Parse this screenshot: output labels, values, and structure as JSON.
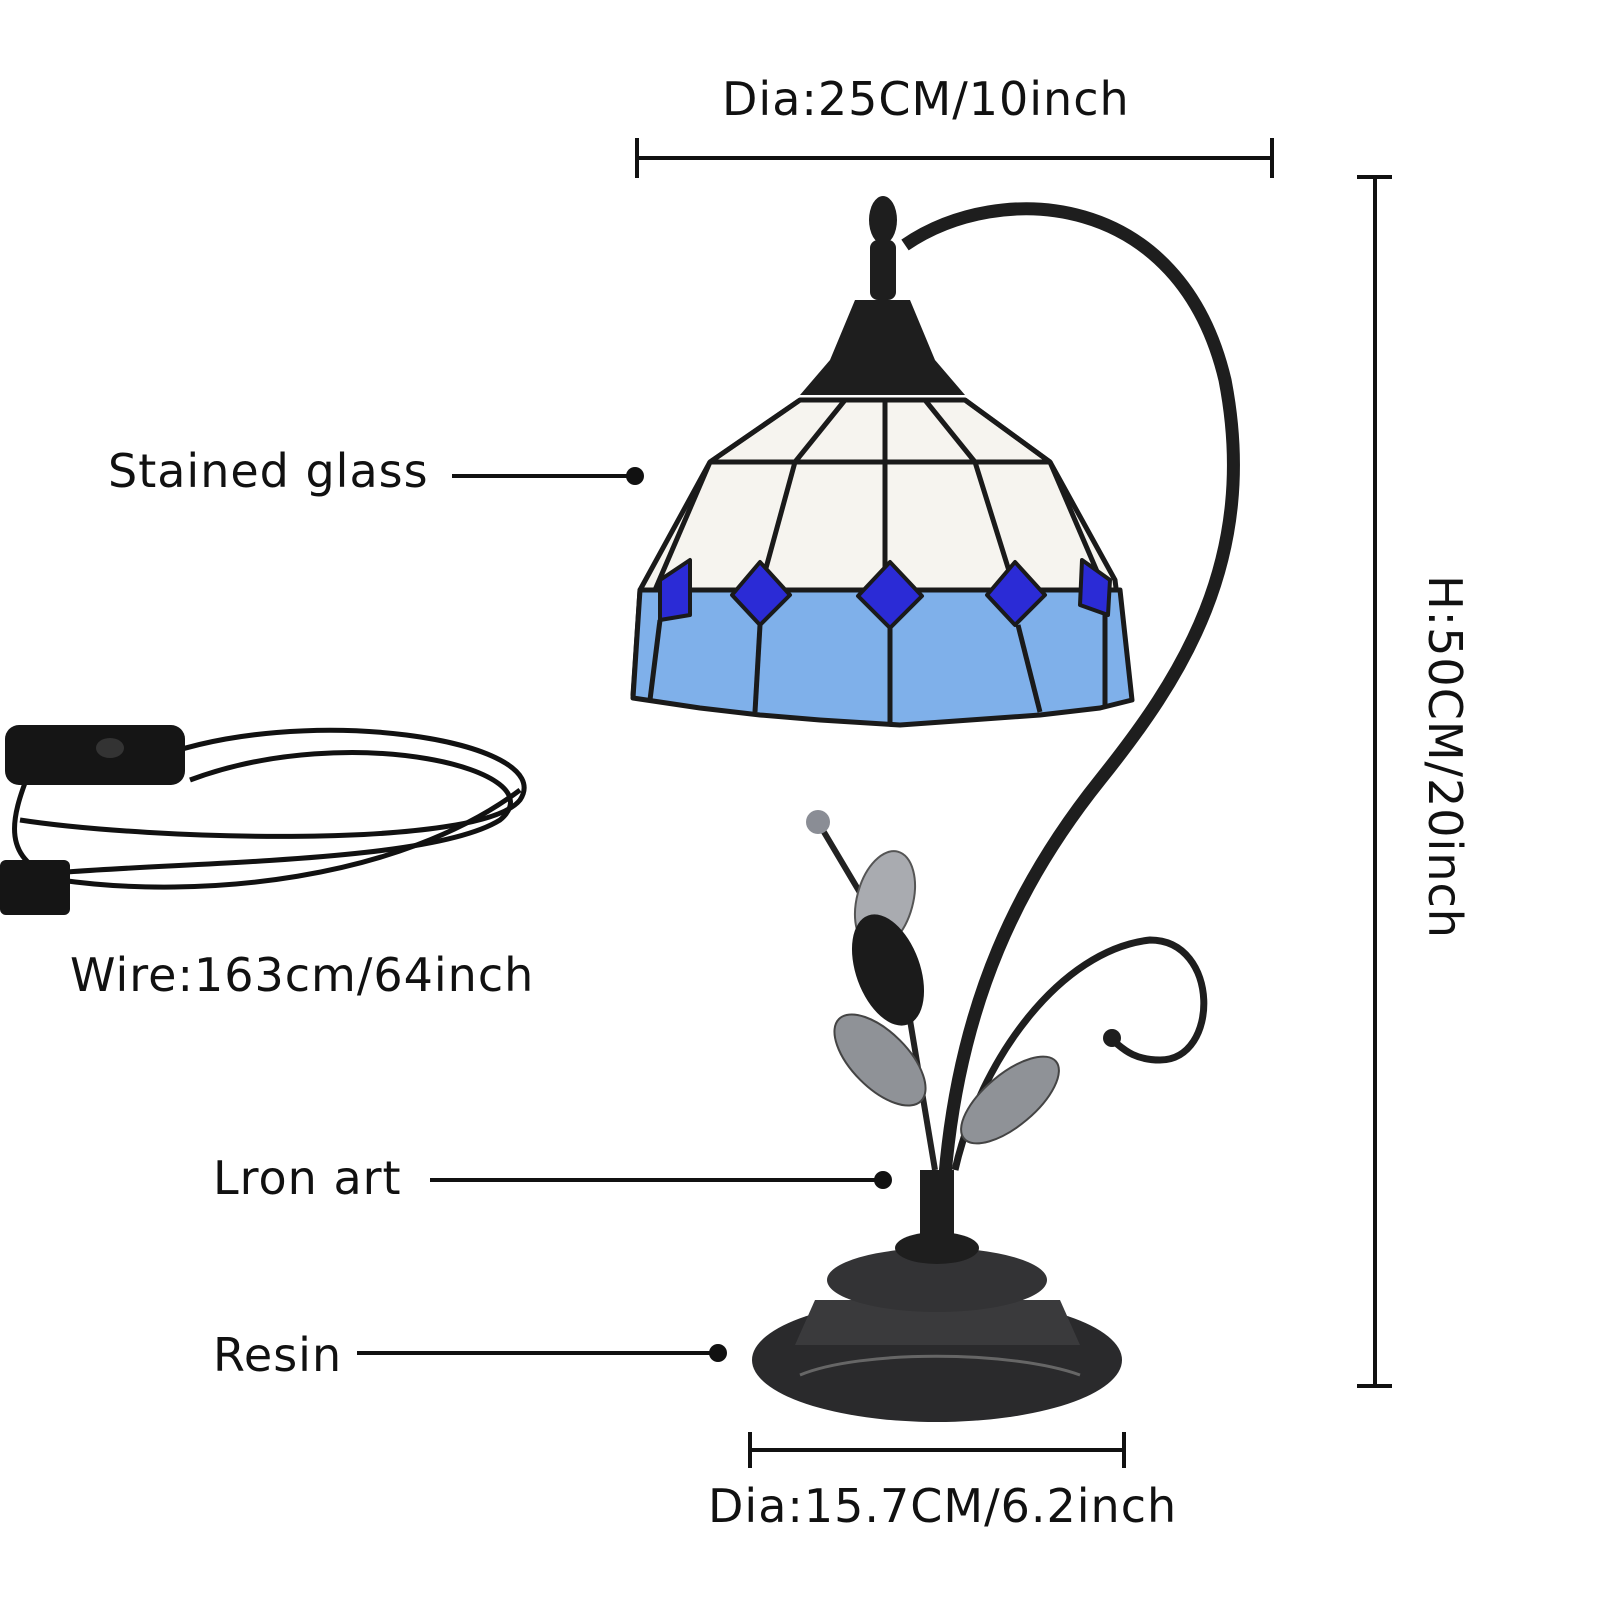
{
  "dimensions": {
    "shade_diameter": "Dia:25CM/10inch",
    "height": "H:50CM/20inch",
    "base_diameter": "Dia:15.7CM/6.2inch",
    "wire": "Wire:163cm/64inch"
  },
  "callouts": {
    "shade": "Stained glass",
    "stem": "Lron art",
    "base": "Resin"
  },
  "colors": {
    "light_blue": "#7fb0ea",
    "dark_blue": "#2b2bd6",
    "white_glass": "#f6f4ef",
    "metal": "#1e1e1e"
  }
}
